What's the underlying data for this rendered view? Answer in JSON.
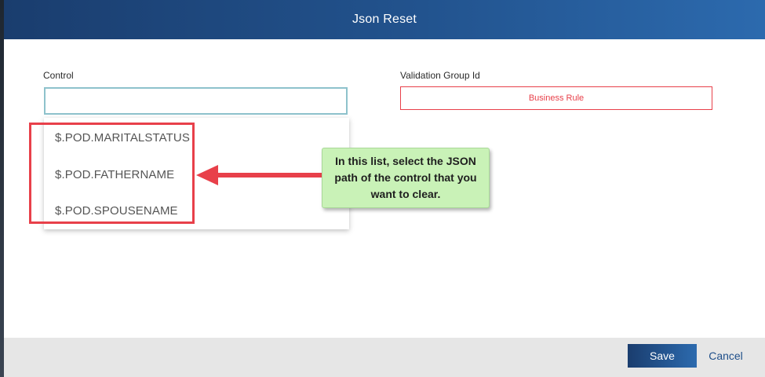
{
  "dialog": {
    "title": "Json Reset"
  },
  "form": {
    "control_label": "Control",
    "control_value": "",
    "validation_label": "Validation Group Id",
    "validation_value": "Business Rule"
  },
  "dropdown": {
    "items": [
      {
        "label": "$.POD.MARITALSTATUS"
      },
      {
        "label": "$.POD.FATHERNAME"
      },
      {
        "label": "$.POD.SPOUSENAME"
      }
    ]
  },
  "annotation": {
    "callout_text": "In this list, select the JSON path of the control that you want to clear.",
    "callout_color": "#c9f2b7",
    "highlight_color": "#e8404a"
  },
  "footer": {
    "save_label": "Save",
    "cancel_label": "Cancel"
  },
  "colors": {
    "header_start": "#1a3d6e",
    "header_end": "#2c6aae",
    "error_red": "#e8404a"
  }
}
